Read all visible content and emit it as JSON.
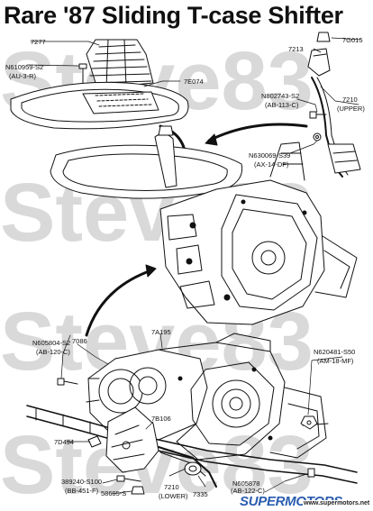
{
  "title": "Rare '87 Sliding T-case Shifter",
  "watermark": {
    "text": "Steve83",
    "color": "#d9d9d9"
  },
  "labels": {
    "l7277": "7277",
    "n610959": "N610959-S2",
    "n610959_sub": "(AU-3-R)",
    "l7g015": "7G015",
    "l7213": "7213",
    "l7e074": "7E074",
    "n802743": "N802743-S2",
    "n802743_sub": "(AB-113-C)",
    "l7210u": "7210",
    "l7210u_sub": "(UPPER)",
    "n630069": "N630069-S39",
    "n630069_sub": "(AX-14-DF)",
    "n605804": "N605804-S2",
    "n605804_sub": "(AB-120-C)",
    "l7086": "7086",
    "l7a195": "7A195",
    "n620481": "N620481-S50",
    "n620481_sub": "(AM-18-MF)",
    "l7b106": "7B106",
    "l7d494": "7D494",
    "n389240": "389240-S100",
    "n389240_sub": "(BB-451-F)",
    "l58695": "58695-S",
    "l7210l": "7210",
    "l7210l_sub": "(LOWER)",
    "l7335": "7335",
    "n605878": "N605878",
    "n605878_sub": "(AB-122-C)"
  },
  "footer": {
    "logo": "SUPERMOTORS",
    "url": "www.supermotors.net",
    "color": "#2a5db0"
  }
}
